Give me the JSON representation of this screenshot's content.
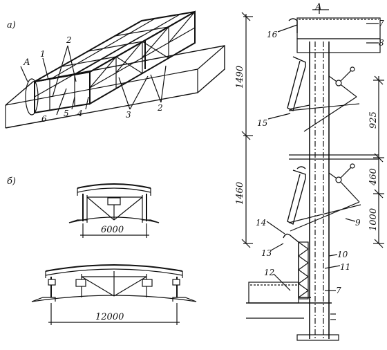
{
  "labels": {
    "part_a": "а)",
    "part_b": "б)",
    "node_a_left": "А",
    "node_a_right": "А"
  },
  "callouts_left": [
    "1",
    "2",
    "6",
    "5",
    "4",
    "3",
    "2"
  ],
  "callouts_right": [
    "16",
    "7",
    "8",
    "15",
    "14",
    "13",
    "12",
    "10",
    "11",
    "7",
    "9"
  ],
  "dimensions": {
    "span_small": "6000",
    "span_large": "12000",
    "height_upper": "1490",
    "height_lower": "1460",
    "seg_925": "925",
    "seg_460": "460",
    "seg_1000": "1000"
  }
}
